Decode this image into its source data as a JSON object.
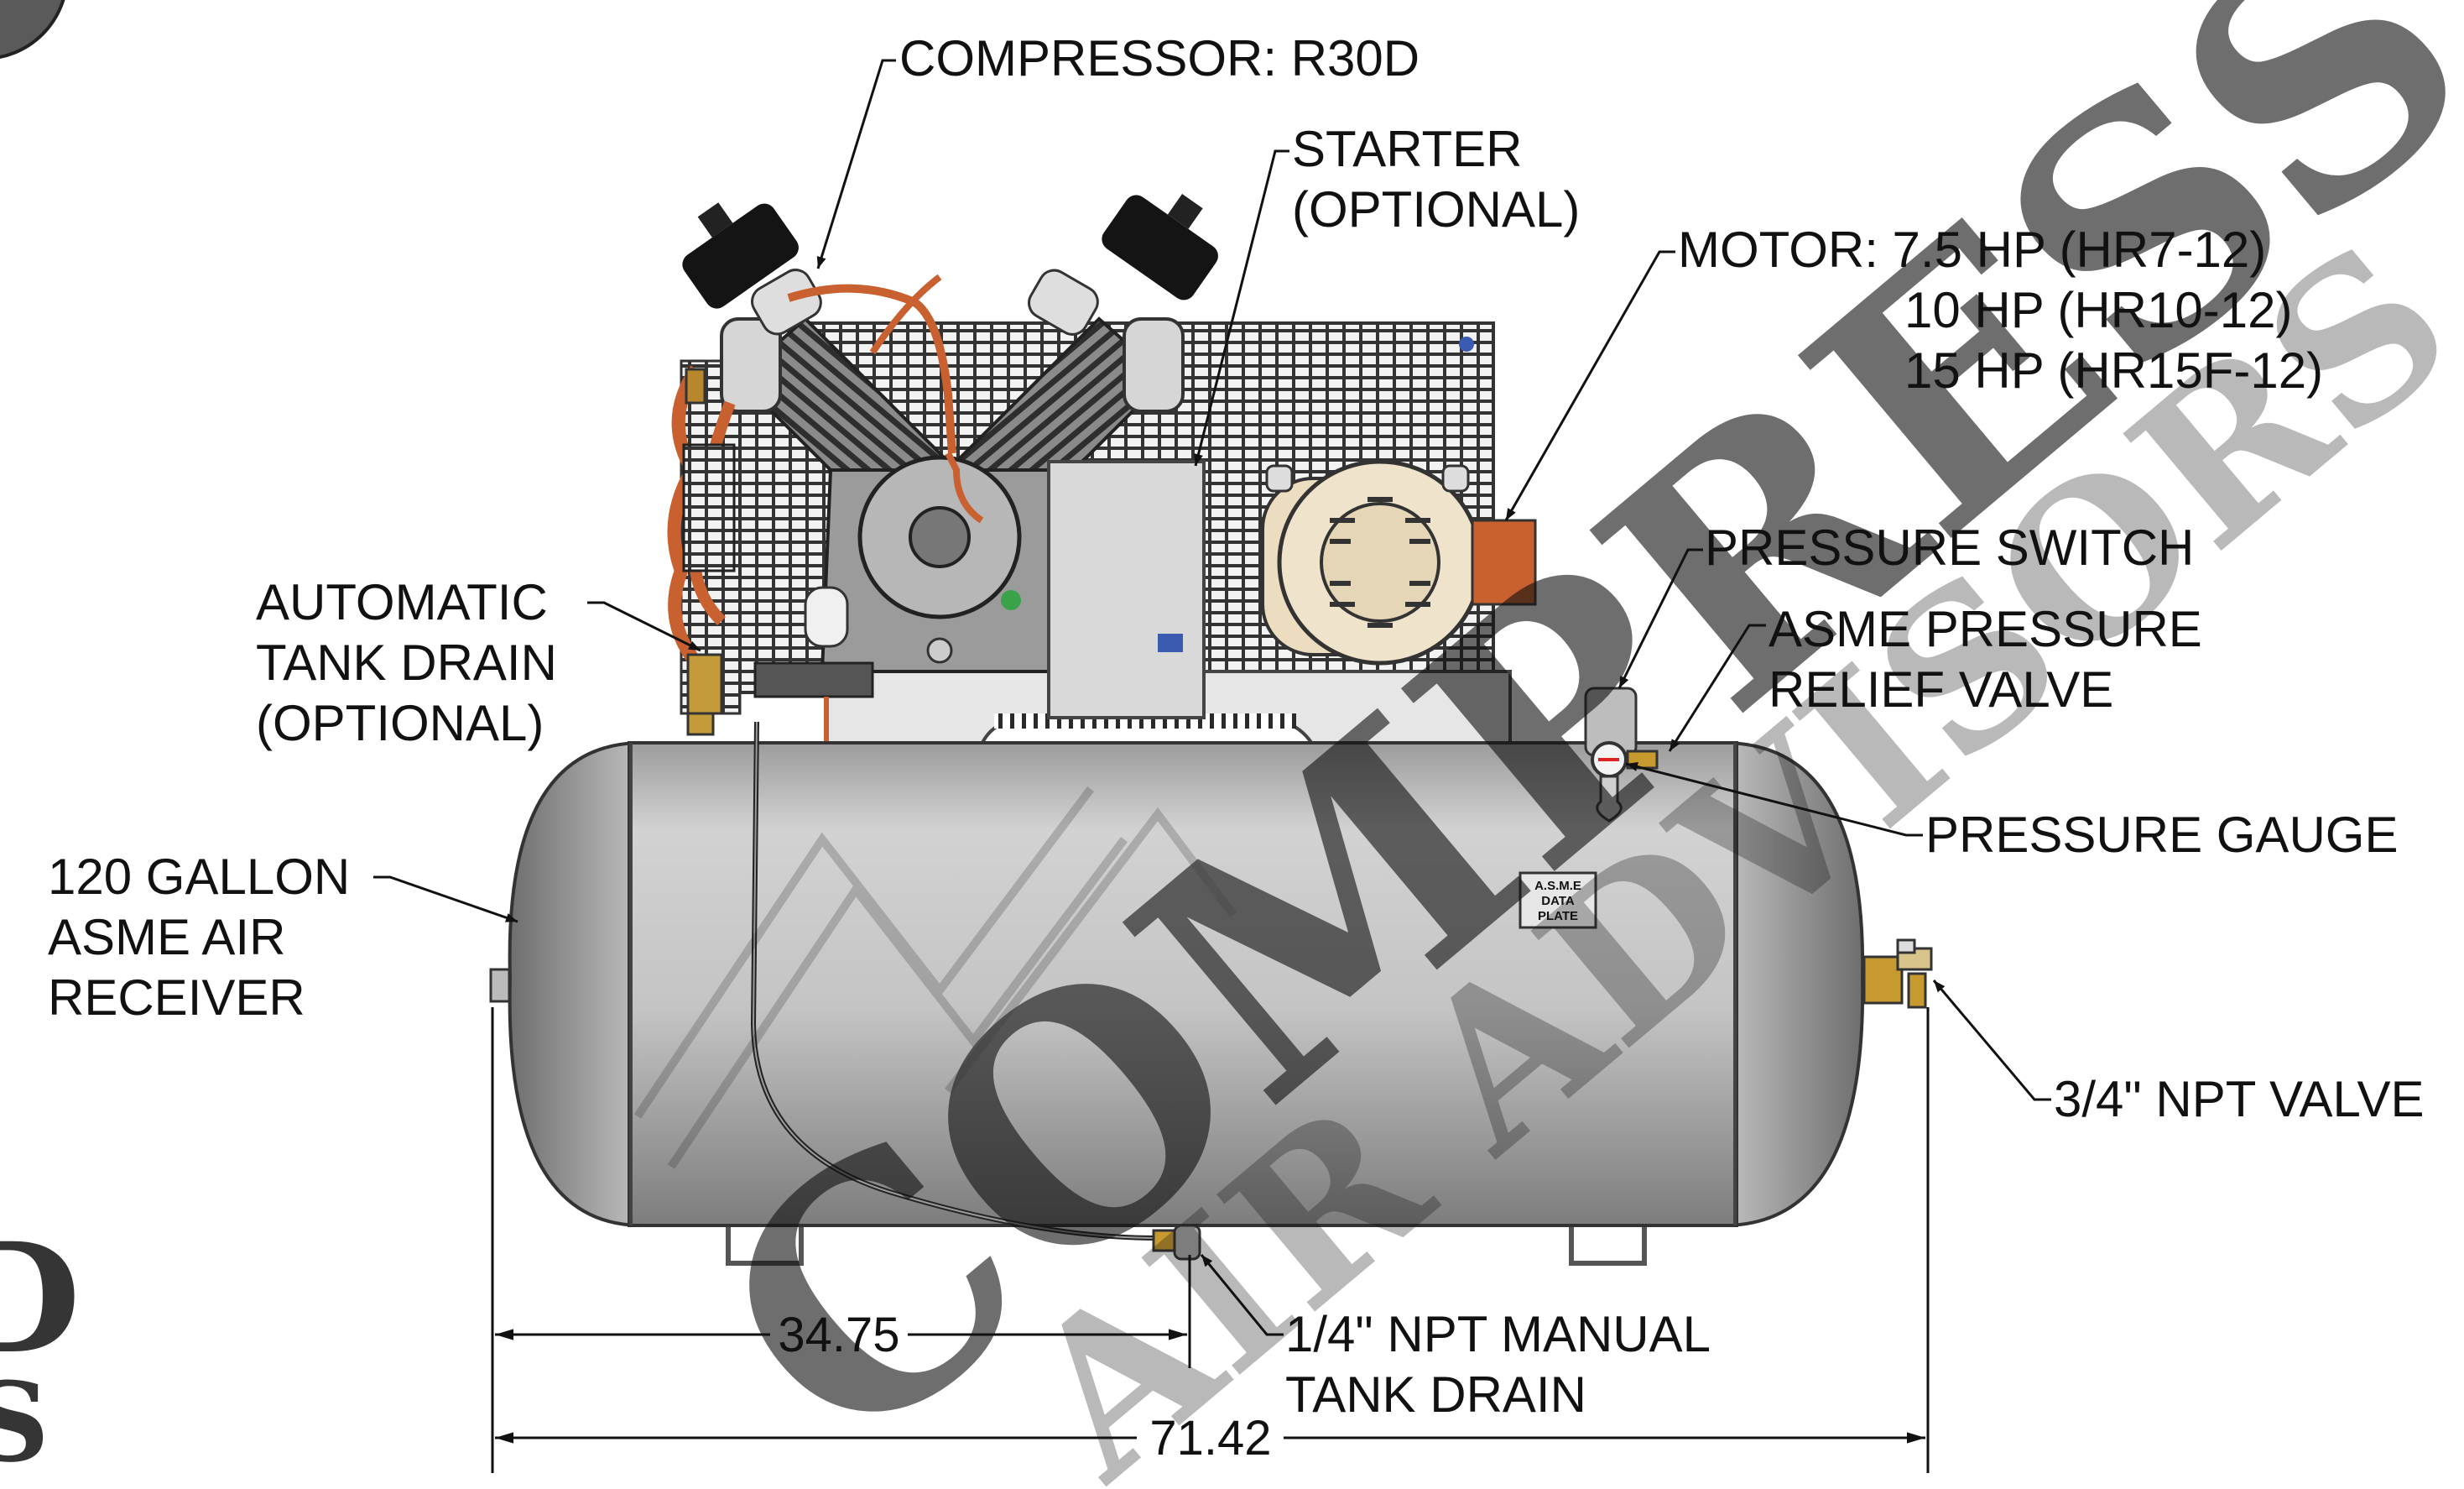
{
  "labels": {
    "compressor": "COMPRESSOR: R30D",
    "starter": [
      "STARTER",
      "(OPTIONAL)"
    ],
    "motor": [
      "MOTOR: 7.5 HP (HR7-12)",
      "10 HP (HR10-12)",
      "15 HP (HR15F-12)"
    ],
    "drain_auto": [
      "AUTOMATIC",
      "TANK DRAIN",
      "(OPTIONAL)"
    ],
    "pressure_switch": "PRESSURE SWITCH",
    "relief_valve": [
      "ASME PRESSURE",
      "RELIEF VALVE"
    ],
    "pressure_gauge": "PRESSURE GAUGE",
    "receiver": [
      "120 GALLON",
      "ASME AIR",
      "RECEIVER"
    ],
    "npt_valve": "3/4\" NPT VALVE",
    "manual_drain": [
      "1/4\" NPT MANUAL",
      "TANK DRAIN"
    ]
  },
  "dimensions": {
    "drain_offset": "34.75",
    "overall_length": "71.42"
  },
  "data_plate": [
    "A.S.M.E",
    "DATA",
    "PLATE"
  ],
  "watermark": {
    "line1": "COMPRESSED",
    "line2": "AIR ADVISORS",
    "logo_fragment": [
      "D",
      "S"
    ]
  },
  "colors": {
    "tank": "#c9c9c9",
    "copper": "#c8612f",
    "motor": "#ecdcc0",
    "watermark_red": "#e8101a"
  }
}
